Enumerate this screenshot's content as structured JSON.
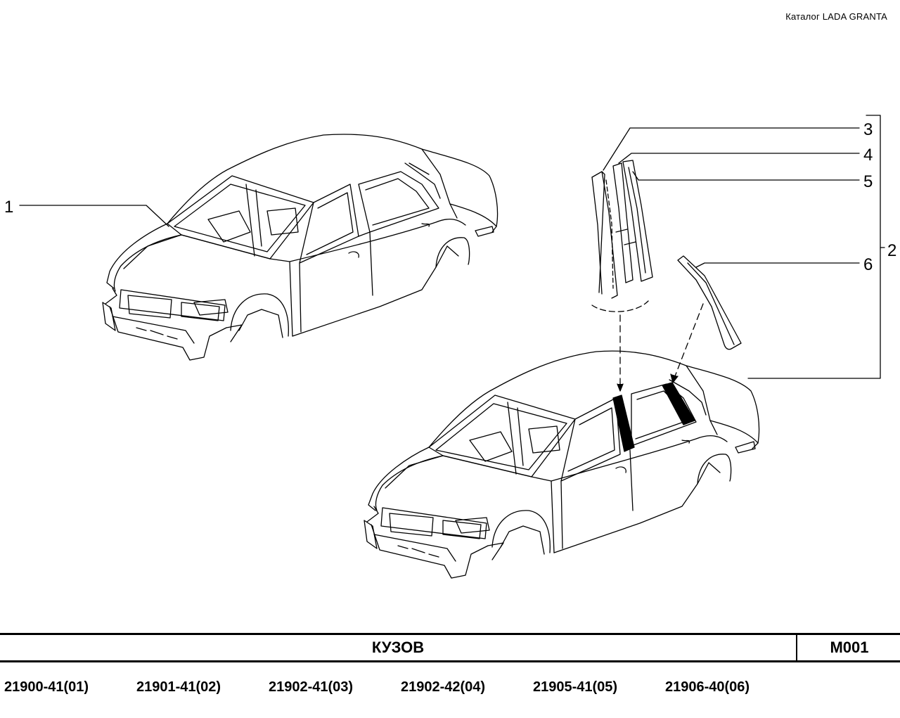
{
  "header": {
    "catalog_label": "Каталог  LADA  GRANTA"
  },
  "callouts": {
    "c1": "1",
    "c2": "2",
    "c3": "3",
    "c4": "4",
    "c5": "5",
    "c6": "6"
  },
  "title_block": {
    "title": "КУЗОВ",
    "code": "M001"
  },
  "model_codes": [
    "21900-41(01)",
    "21901-41(02)",
    "21902-41(03)",
    "21902-42(04)",
    "21905-41(05)",
    "21906-40(06)"
  ],
  "colors": {
    "line": "#000000",
    "background": "#ffffff"
  }
}
